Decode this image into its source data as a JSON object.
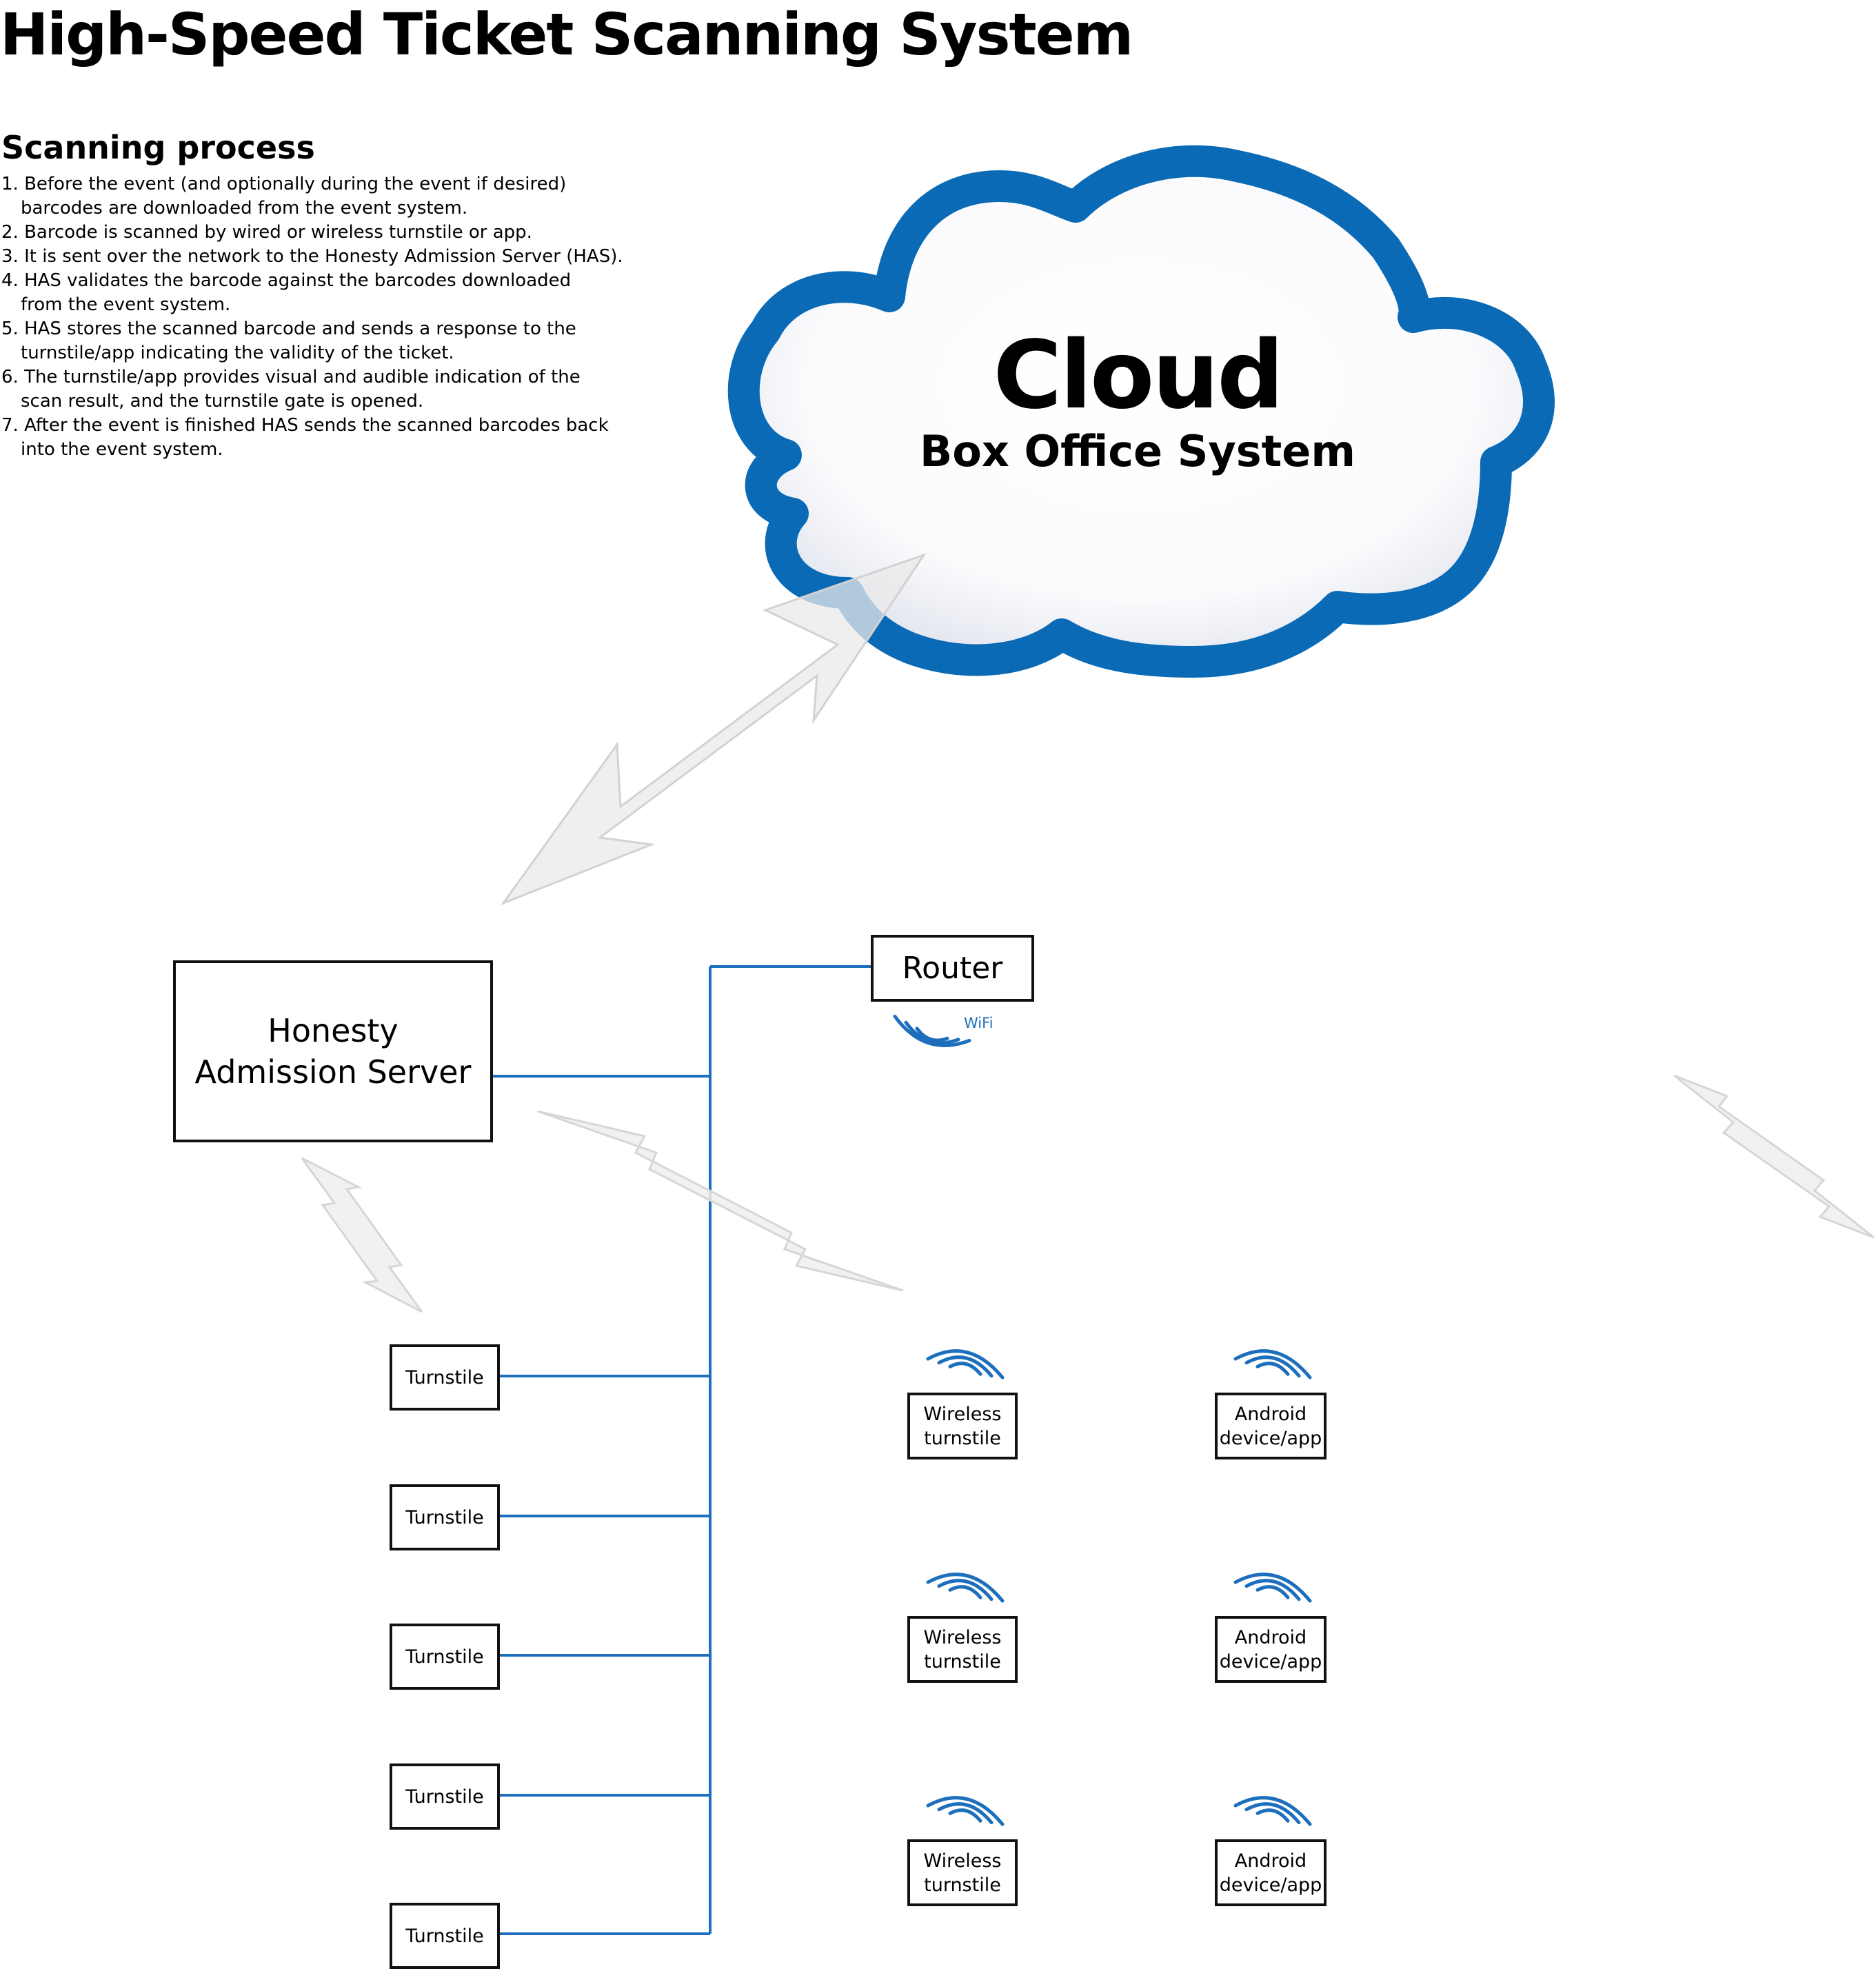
{
  "title": "High-Speed Ticket Scanning System",
  "process": {
    "heading": "Scanning process",
    "steps": [
      {
        "first": "1. Before the event (and optionally during the event if desired)",
        "rest": "barcodes are downloaded from the event system."
      },
      {
        "first": "2. Barcode is scanned by wired or wireless turnstile or app.",
        "rest": ""
      },
      {
        "first": "3. It is sent over the network to the Honesty Admission Server (HAS).",
        "rest": ""
      },
      {
        "first": "4. HAS validates the barcode against the barcodes downloaded",
        "rest": "from the event system."
      },
      {
        "first": "5. HAS stores the scanned barcode and sends a response to the",
        "rest": "turnstile/app indicating the validity of the ticket."
      },
      {
        "first": "6. The turnstile/app provides visual and audible indication of the",
        "rest": "scan result, and the turnstile gate is opened."
      },
      {
        "first": "7. After the event is finished HAS sends the scanned barcodes back",
        "rest": "into the event system."
      }
    ]
  },
  "cloud": {
    "title": "Cloud",
    "subtitle": "Box Office System"
  },
  "server": {
    "label": "Honesty\nAdmission Server"
  },
  "router": {
    "label": "Router",
    "wifi_label": "WiFi"
  },
  "turnstiles": [
    "Turnstile",
    "Turnstile",
    "Turnstile",
    "Turnstile",
    "Turnstile"
  ],
  "wireless_turnstiles": [
    "Wireless\nturnstile",
    "Wireless\nturnstile",
    "Wireless\nturnstile"
  ],
  "android_devices": [
    "Android\ndevice/app",
    "Android\ndevice/app",
    "Android\ndevice/app"
  ],
  "colors": {
    "network_line": "#1d6fbd",
    "cloud_border": "#0a6ab5",
    "arrow_fill": "#eeeeee",
    "arrow_stroke": "#d8d8d8",
    "box_border": "#111111"
  },
  "icons": {
    "wifi": "wifi-waves-icon",
    "arrow": "double-headed-arrow-icon"
  }
}
